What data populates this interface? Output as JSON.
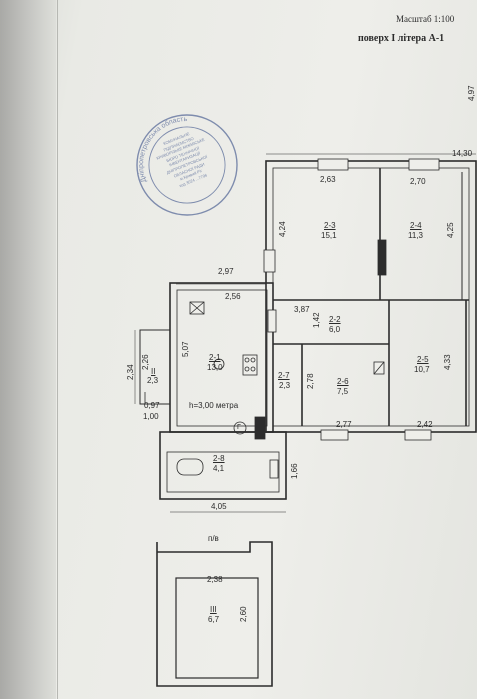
{
  "header": {
    "scale": "Масштаб 1:100",
    "floor": "поверх І літера А-1"
  },
  "stamp": {
    "lines": [
      "КОМУНАЛЬНЕ",
      "ПІДПРИЄМСТВО",
      "КРИВОРІЗЬКЕ МІЖМІСЬКЕ",
      "БЮРО ТЕХНІЧНОЇ",
      "ІНВЕНТАРИЗАЦІЇ",
      "ДНІПРОПЕТРОВСЬКОЇ",
      "ОБЛАСНОЇ РАДИ",
      "м.Кривий Ріг",
      "код 3024 ...7796"
    ],
    "ring_text": "Дніпропетровська область"
  },
  "dimensions": {
    "d_4_97": "4,97",
    "d_14_30": "14,30",
    "d_2_63": "2,63",
    "d_2_70": "2,70",
    "d_4_24": "4,24",
    "d_4_25": "4,25",
    "d_2_97": "2,97",
    "d_2_56": "2,56",
    "d_3_87": "3,87",
    "d_1_42": "1,42",
    "d_5_07": "5,07",
    "d_2_34": "2,34",
    "d_2_26": "2,26",
    "d_0_97": "0,97",
    "d_1_00": "1,00",
    "d_2_78": "2,78",
    "d_4_33": "4,33",
    "d_2_77": "2,77",
    "d_2_42": "2,42",
    "d_1_66": "1,66",
    "d_4_05": "4,05",
    "d_2_38": "2,38",
    "d_2_60": "2,60"
  },
  "rooms": [
    {
      "id": "2-3",
      "area": "15,1"
    },
    {
      "id": "2-4",
      "area": "11,3"
    },
    {
      "id": "2-2",
      "area": "6,0"
    },
    {
      "id": "2-1",
      "area": "13,0"
    },
    {
      "id": "II",
      "area": "2,3"
    },
    {
      "id": "2-7",
      "area": "2,3"
    },
    {
      "id": "2-6",
      "area": "7,5"
    },
    {
      "id": "2-5",
      "area": "10,7"
    },
    {
      "id": "2-8",
      "area": "4,1"
    },
    {
      "id": "III",
      "area": "6,7"
    }
  ],
  "notes": {
    "height": "h=3,00 метра",
    "gas": "Г",
    "basement": "п/в"
  },
  "colors": {
    "line": "#2c2c2c",
    "paper": "#eeeeea",
    "stamp": "#5a6c9a"
  }
}
